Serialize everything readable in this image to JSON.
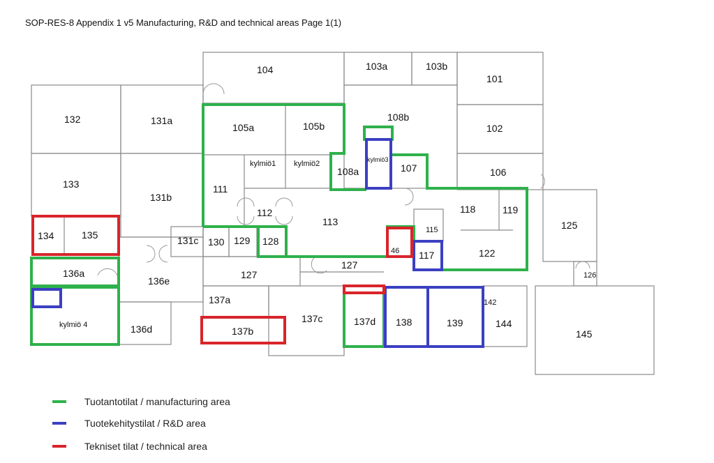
{
  "header": {
    "title": "SOP-RES-8 Appendix 1 v5 Manufacturing, R&D and technical areas Page 1(1)"
  },
  "colors": {
    "manufacturing": "#2fb14c",
    "rnd": "#3b40c2",
    "technical": "#d8252b"
  },
  "rooms": {
    "r104": "104",
    "r103a": "103a",
    "r103b": "103b",
    "r101": "101",
    "r102": "102",
    "r106": "106",
    "r108b": "108b",
    "r132": "132",
    "r131a": "131a",
    "r133": "133",
    "r131b": "131b",
    "r134": "134",
    "r135": "135",
    "r136a": "136a",
    "k4": "kylmiö 4",
    "r136e": "136e",
    "r136d": "136d",
    "r131c": "131c",
    "r130": "130",
    "r129": "129",
    "r128": "128",
    "r127a": "127",
    "r127b": "127",
    "r137a": "137a",
    "r137b": "137b",
    "r137c": "137c",
    "r137d": "137d",
    "r138": "138",
    "r139": "139",
    "r142": "142",
    "r144": "144",
    "r145": "145",
    "r125": "125",
    "r126": "126",
    "r118": "118",
    "r119": "119",
    "r122": "122",
    "r117": "117",
    "r46": "46",
    "r115": "115",
    "r113": "113",
    "r112": "112",
    "r111": "111",
    "k1": "kylmiö1",
    "k2": "kylmiö2",
    "k3": "kylmiö3",
    "r108a": "108a",
    "r107": "107",
    "r105a": "105a",
    "r105b": "105b"
  },
  "legend": [
    {
      "label": "Tuotantotilat / manufacturing area",
      "color": "#2fb14c"
    },
    {
      "label": "Tuotekehitystilat / R&D area",
      "color": "#3b40c2"
    },
    {
      "label": "Tekniset tilat / technical area",
      "color": "#d8252b"
    }
  ]
}
